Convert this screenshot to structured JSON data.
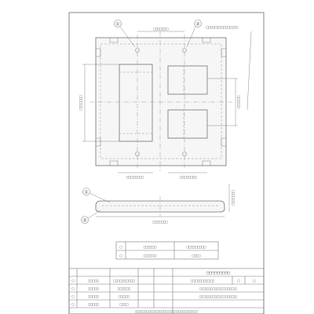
{
  "top_view": {
    "balloon_1": "①",
    "balloon_2": "②",
    "dim_top": "□□□□□□□",
    "dim_left": "□□□□□□□",
    "dim_right": "□□□□□□",
    "dim_bottom_left": "□□□□□□□□",
    "dim_bottom_right": "□□□□□□□□",
    "note": "□□□□□□□□□□□□□□□"
  },
  "side_view": {
    "balloon_1": "①",
    "balloon_2": "②",
    "dim_width": "□□□□□□□",
    "dim_height": "□□□□□□□"
  },
  "parts_list": {
    "rows": [
      {
        "no": "□",
        "name": "□□□□□□",
        "material": "□□□□□□□□□"
      },
      {
        "no": "□",
        "name": "□□□□□□",
        "material": "□□□□"
      }
    ]
  },
  "title_block": {
    "title": "□□□□□□□□□",
    "title2": "□□□□□□□□□□□□□□□□□□□□",
    "title3": "□□□□□□□□□□□□□□□□□□□□",
    "drawing_no": "□□□□□□□□□□□",
    "scale_label": "□",
    "sheet_label": "□",
    "left_rows": [
      [
        "□",
        "□□□□□",
        "□□□□□□□□□□"
      ],
      [
        "□",
        "□□□□□",
        "□□□□□□"
      ],
      [
        "□",
        "□□□□□",
        "□□□□□"
      ],
      [
        "□",
        "□□□□□",
        "□□□□"
      ]
    ],
    "bottom_strip": "□□□□□□□□□□□□□□□□□□□□□□□□□□□□□□□□□"
  }
}
